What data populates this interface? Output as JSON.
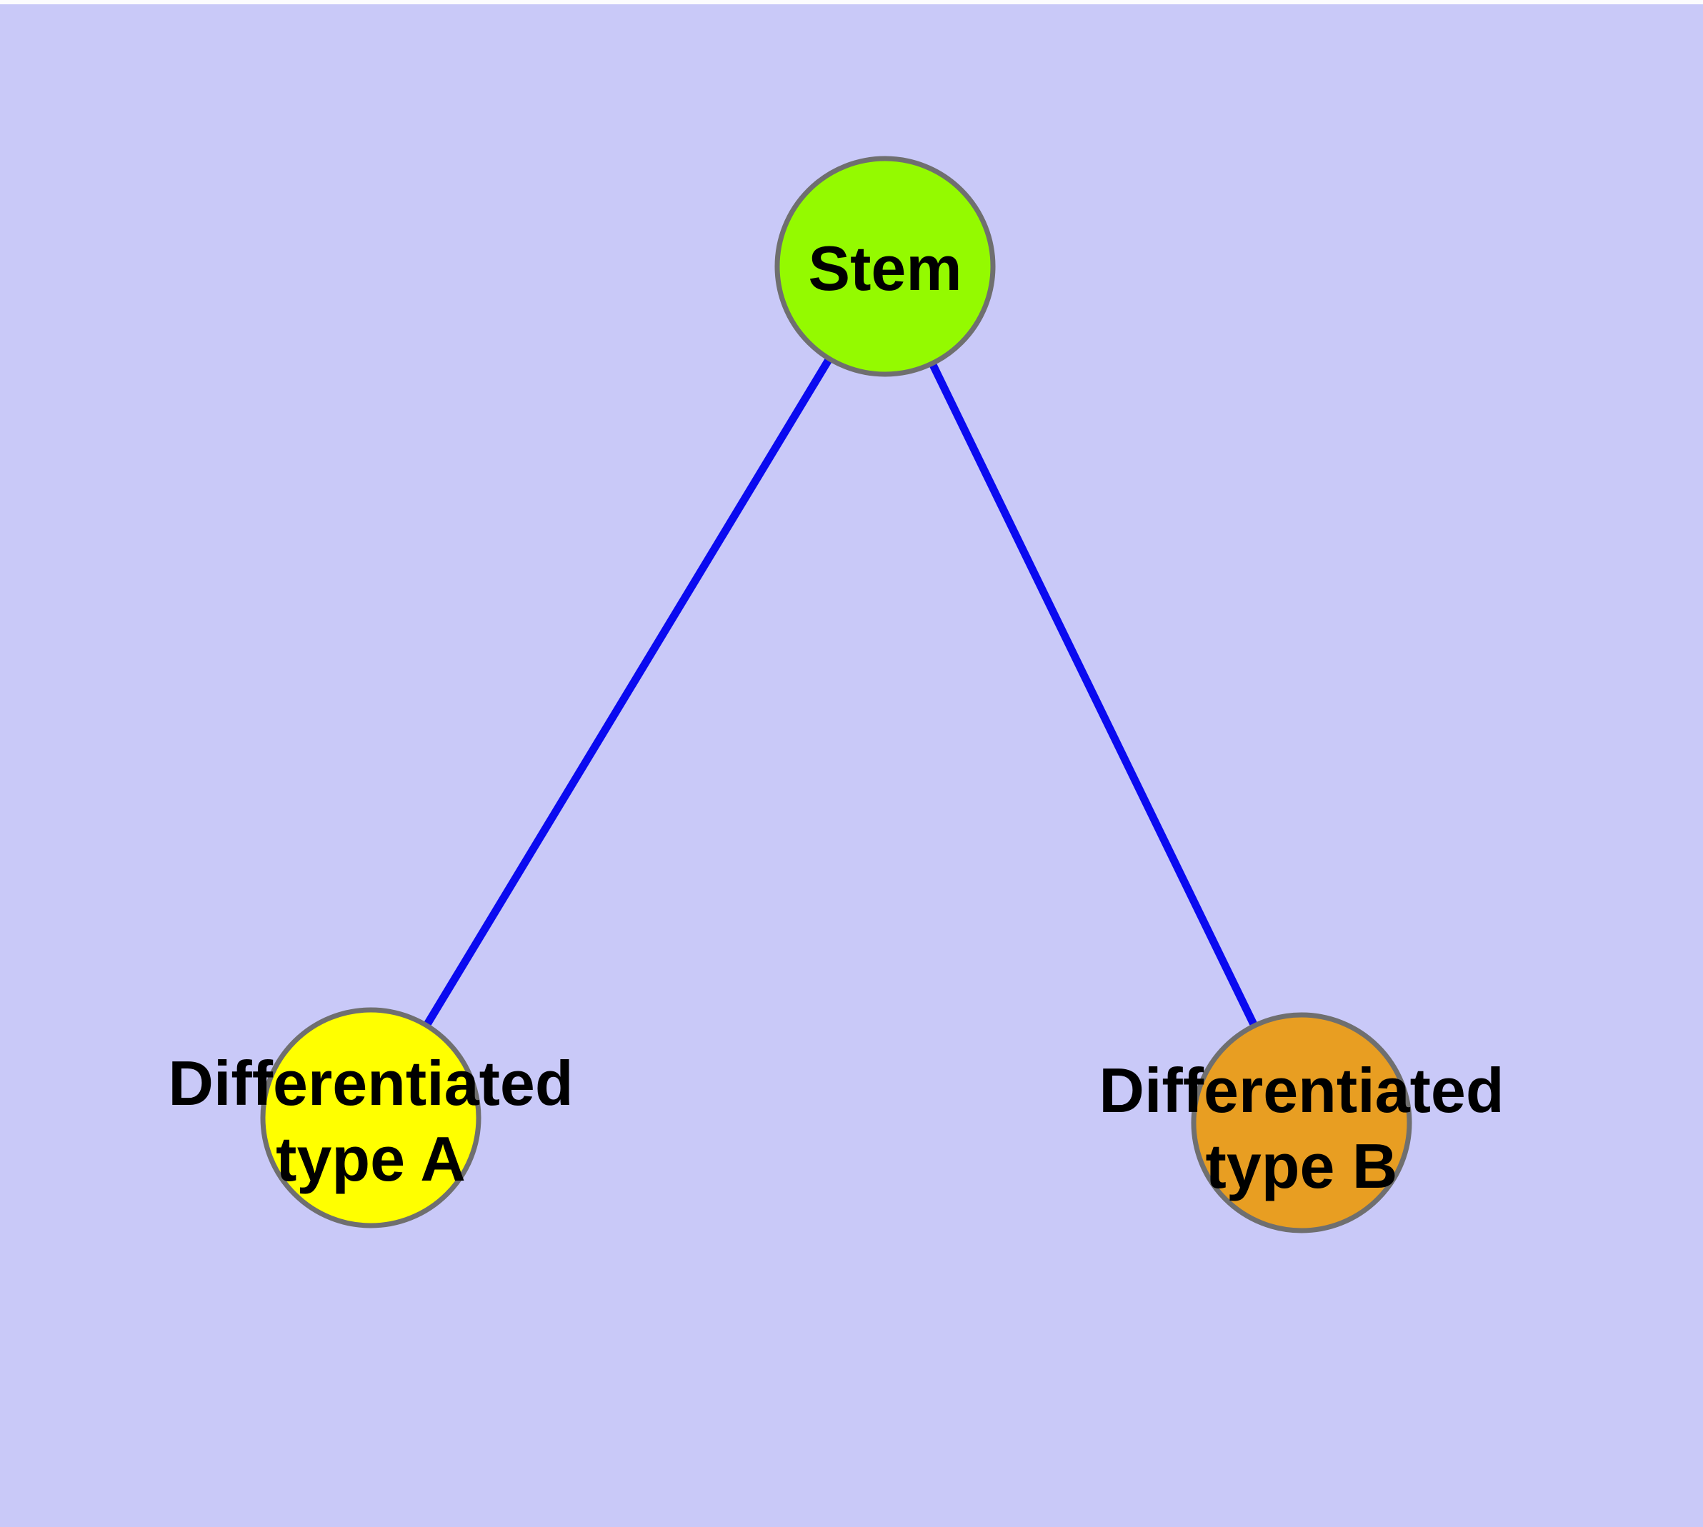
{
  "diagram": {
    "background_color": "#C9C9F8",
    "node_border_color": "#6F6F6F",
    "edge_color": "#0A0AF0",
    "label_color": "#000000",
    "nodes": [
      {
        "id": "stem",
        "label": "Stem",
        "fill": "#94FA00"
      },
      {
        "id": "differentiated-type-a",
        "label": "Differentiated type A",
        "lines": [
          "Differentiated",
          "type A"
        ],
        "fill": "#FFFF00"
      },
      {
        "id": "differentiated-type-b",
        "label": "Differentiated type B",
        "lines": [
          "Differentiated",
          "type B"
        ],
        "fill": "#E89E22"
      }
    ],
    "edges": [
      {
        "from": "Stem",
        "to": "Differentiated type A"
      },
      {
        "from": "Stem",
        "to": "Differentiated type B"
      }
    ]
  }
}
